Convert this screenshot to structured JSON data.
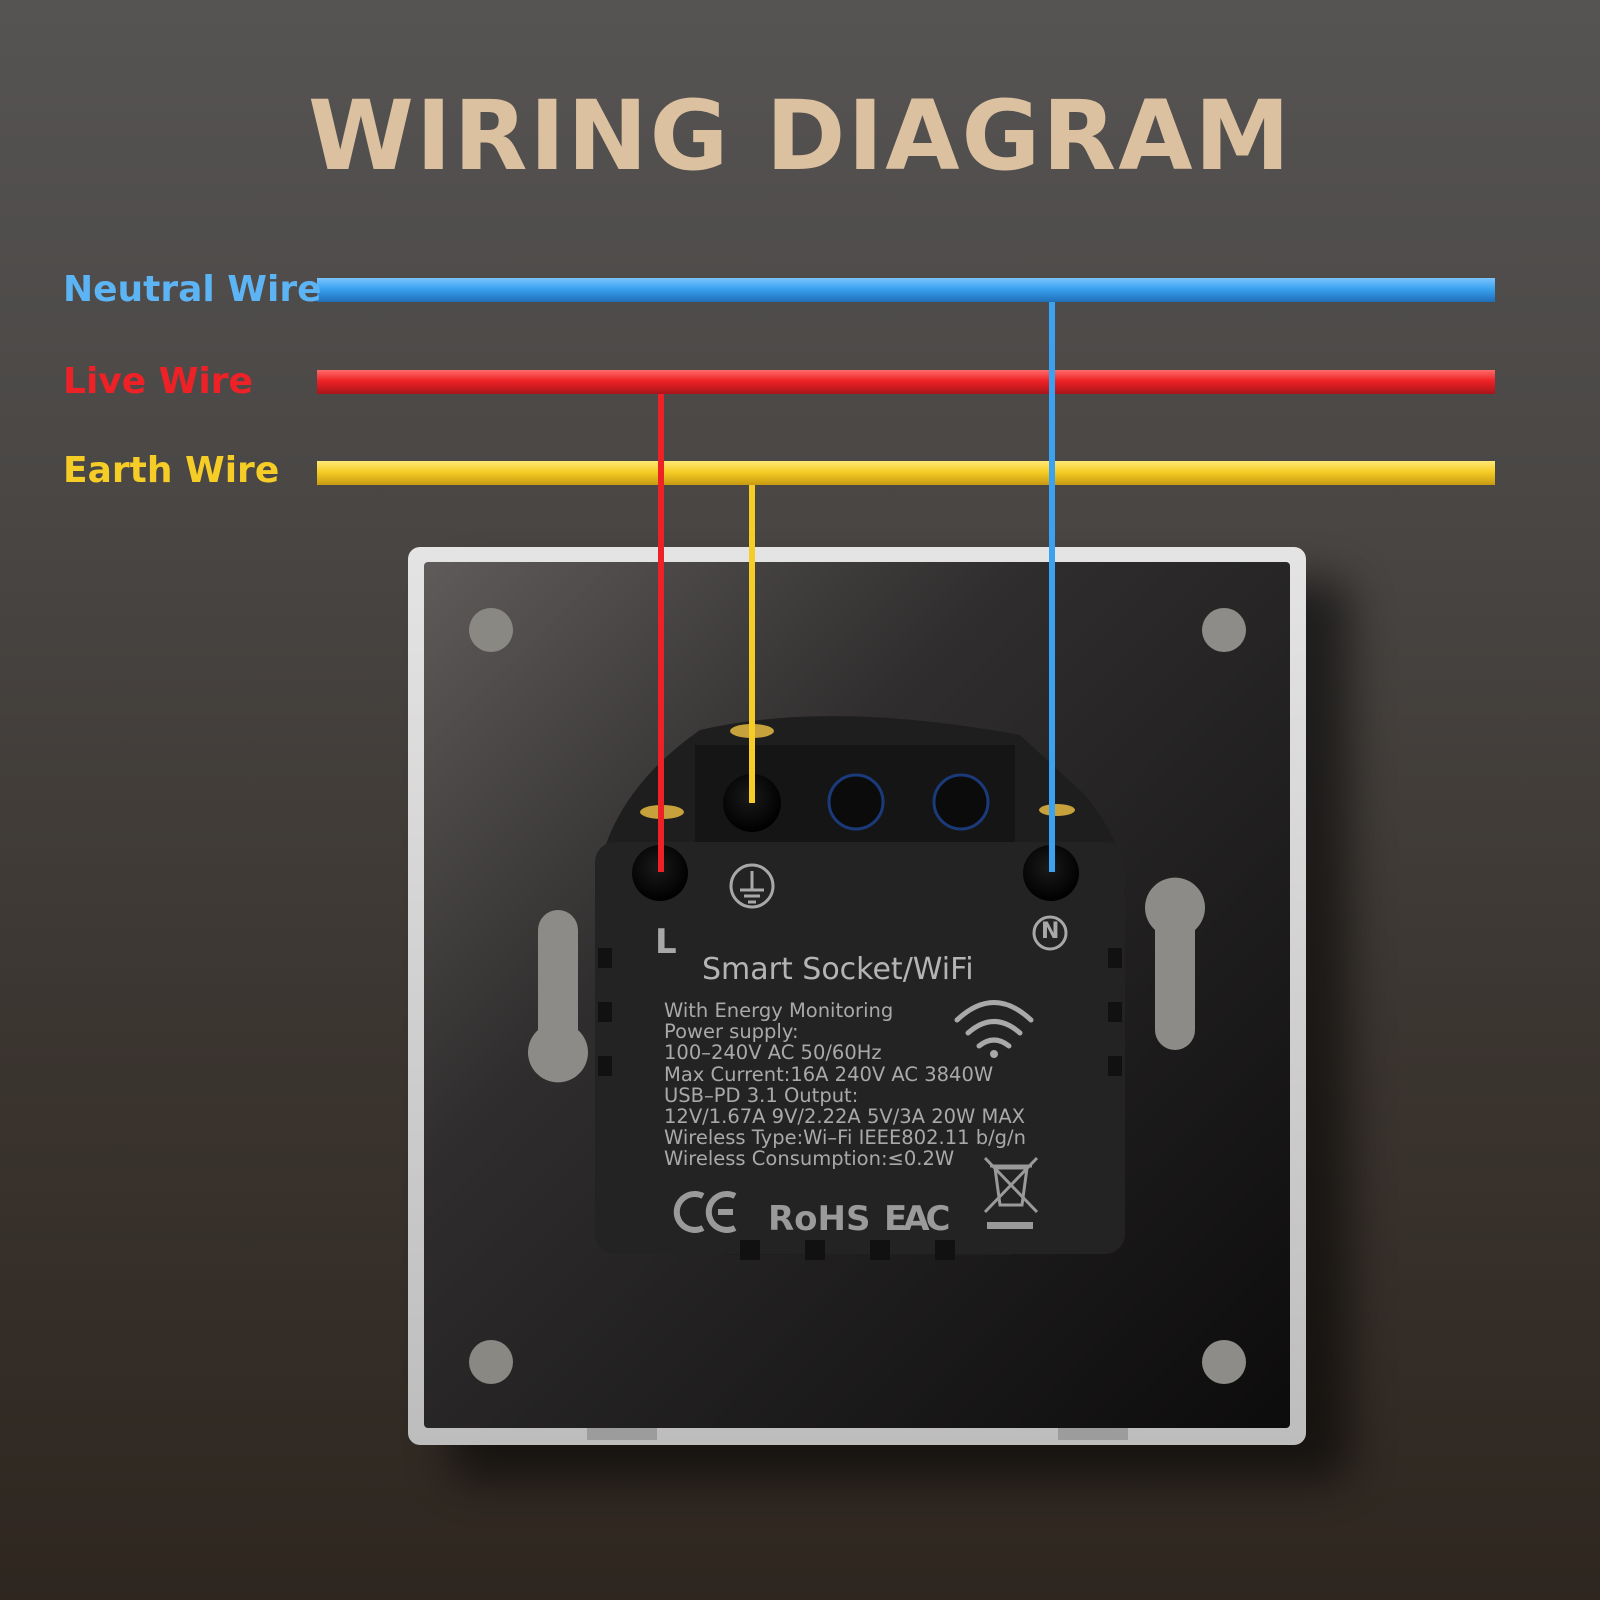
{
  "title": "WIRING DIAGRAM",
  "wires": [
    {
      "label": "Neutral  Wire",
      "color": "#3aa2f0"
    },
    {
      "label": "Live Wire",
      "color": "#ee2226"
    },
    {
      "label": "Earth Wire",
      "color": "#f6cd26"
    }
  ],
  "title_color": "#dcc1a1",
  "device": {
    "name": "Smart Socket/WiFi",
    "terminal_live": "L",
    "terminal_neutral": "N",
    "specs": [
      "With Energy Monitoring",
      "Power supply:",
      "100–240V AC 50/60Hz",
      "Max Current:16A 240V AC 3840W",
      "USB–PD 3.1 Output:",
      "12V/1.67A 9V/2.22A 5V/3A 20W MAX",
      "Wireless Type:Wi–Fi IEEE802.11 b/g/n",
      "Wireless Consumption:≤0.2W"
    ],
    "marks": {
      "ce": "CE",
      "rohs": "RoHS",
      "eac": "EAC"
    },
    "icons": [
      "ground-symbol-icon",
      "wifi-icon",
      "weee-bin-icon"
    ]
  }
}
